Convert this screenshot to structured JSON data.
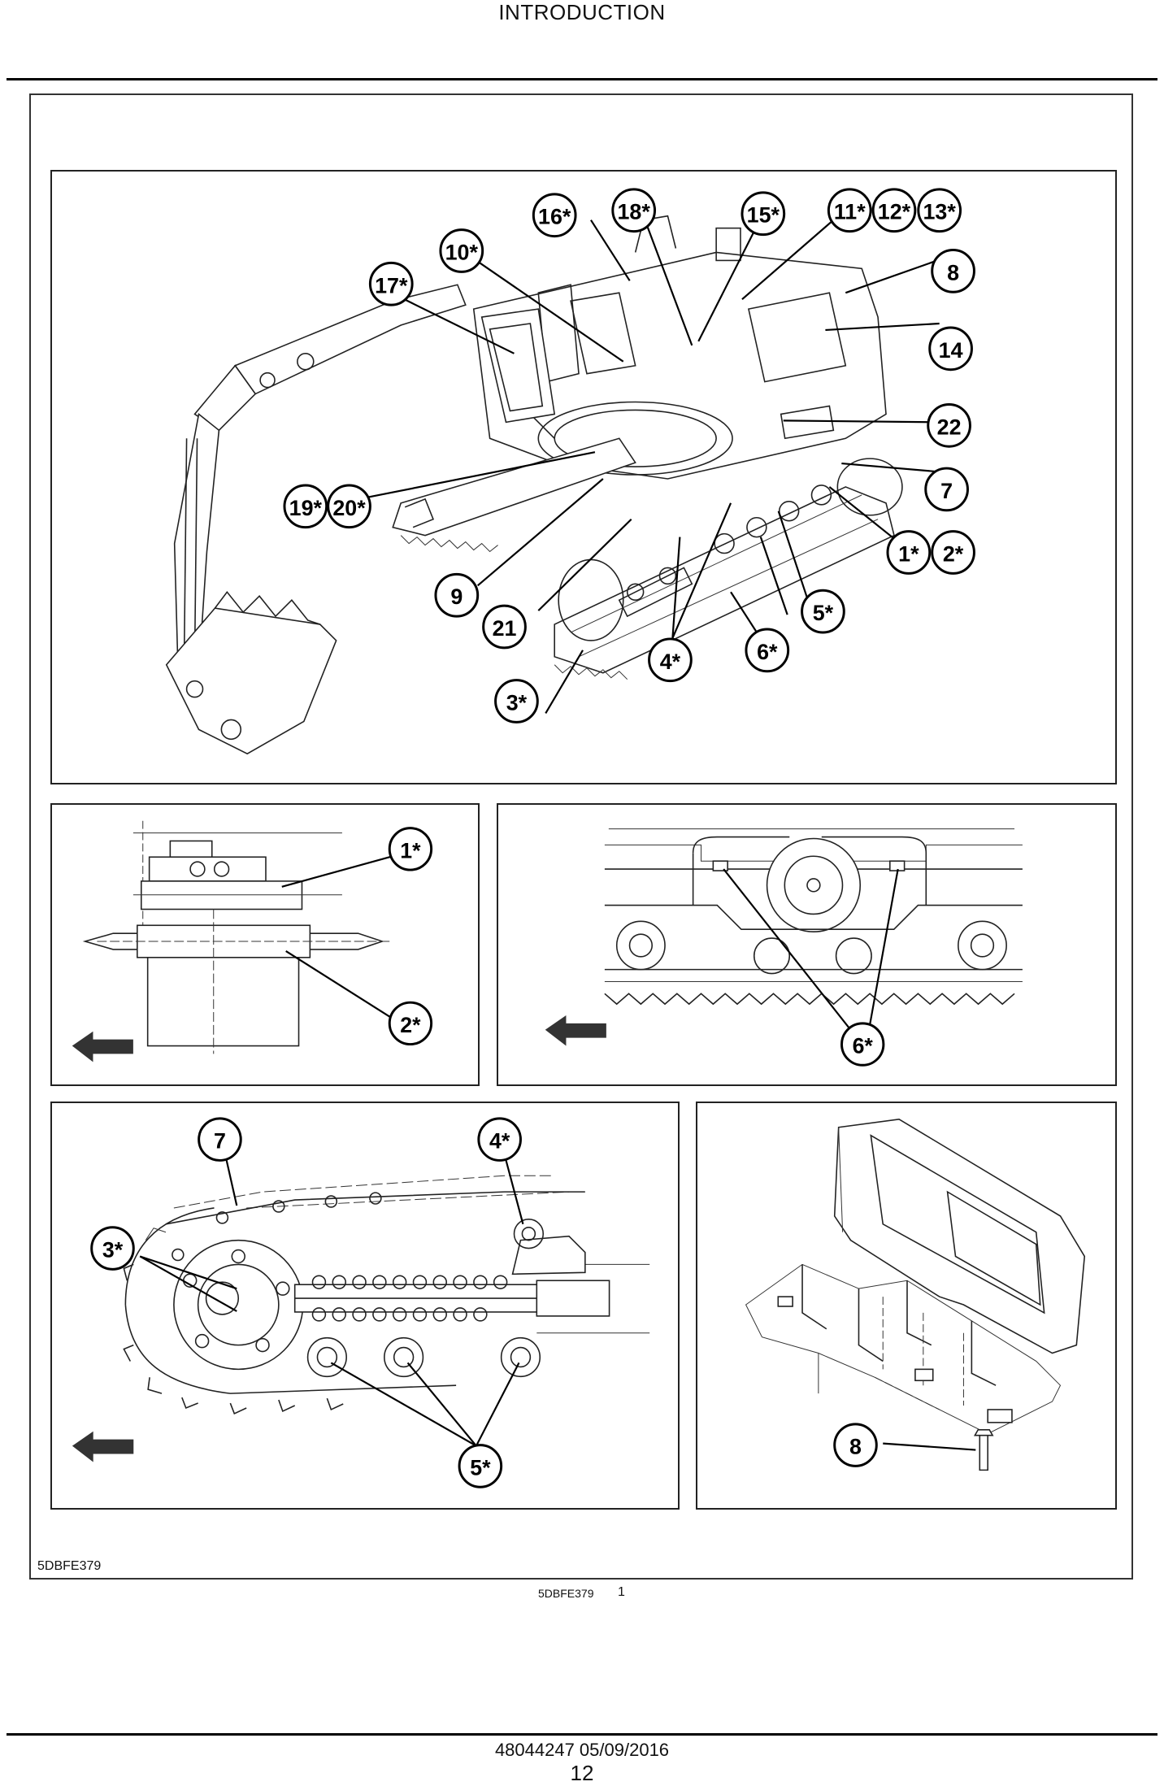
{
  "header": {
    "title": "INTRODUCTION"
  },
  "figure": {
    "id_label": "5DBFE379",
    "caption_ref": "5DBFE379",
    "caption_number": "1",
    "main_callouts": [
      "16*",
      "18*",
      "15*",
      "11*",
      "12*",
      "13*",
      "10*",
      "8",
      "17*",
      "14",
      "22",
      "7",
      "19*",
      "20*",
      "1*",
      "2*",
      "9",
      "5*",
      "21",
      "6*",
      "4*",
      "3*"
    ],
    "panel_final_drive_callouts": [
      "1*",
      "2*"
    ],
    "panel_track_callouts": [
      "6*"
    ],
    "panel_undercarriage_callouts": [
      "7",
      "4*",
      "3*",
      "5*"
    ],
    "panel_counterweight_callouts": [
      "8"
    ]
  },
  "footer": {
    "doc_ref": "48044247 05/09/2016",
    "page_number": "12"
  }
}
